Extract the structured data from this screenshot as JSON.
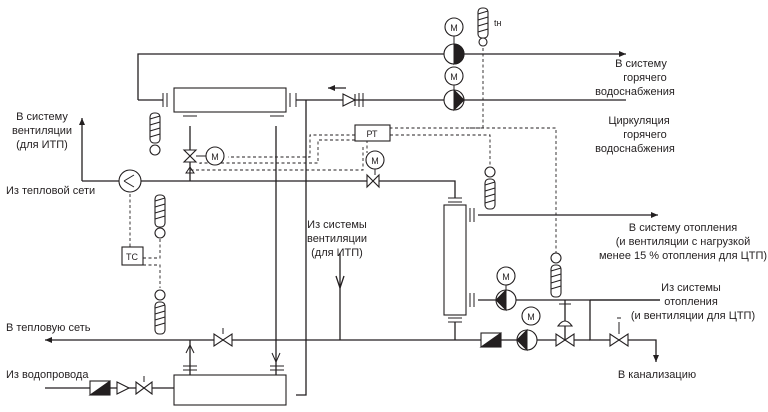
{
  "labels": {
    "hot_water_supply": [
      "В систему",
      "горячего",
      "водоснабжения"
    ],
    "hot_water_circulation": [
      "Циркуляция",
      "горячего",
      "водоснабжения"
    ],
    "to_ventilation": [
      "В систему",
      "вентиляции",
      "(для ИТП)"
    ],
    "from_heating_network": "Из тепловой сети",
    "from_ventilation": [
      "Из системы",
      "вентиляции",
      "(для ИТП)"
    ],
    "to_heating": [
      "В систему отопления",
      "(и вентиляции с нагрузкой",
      "менее 15 % отопления для ЦТП)"
    ],
    "from_heating": [
      "Из системы",
      "отопления",
      "(и вентиляции для ЦТП)"
    ],
    "to_heating_network": "В тепловую сеть",
    "from_water_main": "Из водопровода",
    "to_sewer": "В канализацию",
    "pressure_regulator": "РТ",
    "temperature_controller": "ТС",
    "outdoor_temp": "tн"
  },
  "motor_symbol": "М"
}
